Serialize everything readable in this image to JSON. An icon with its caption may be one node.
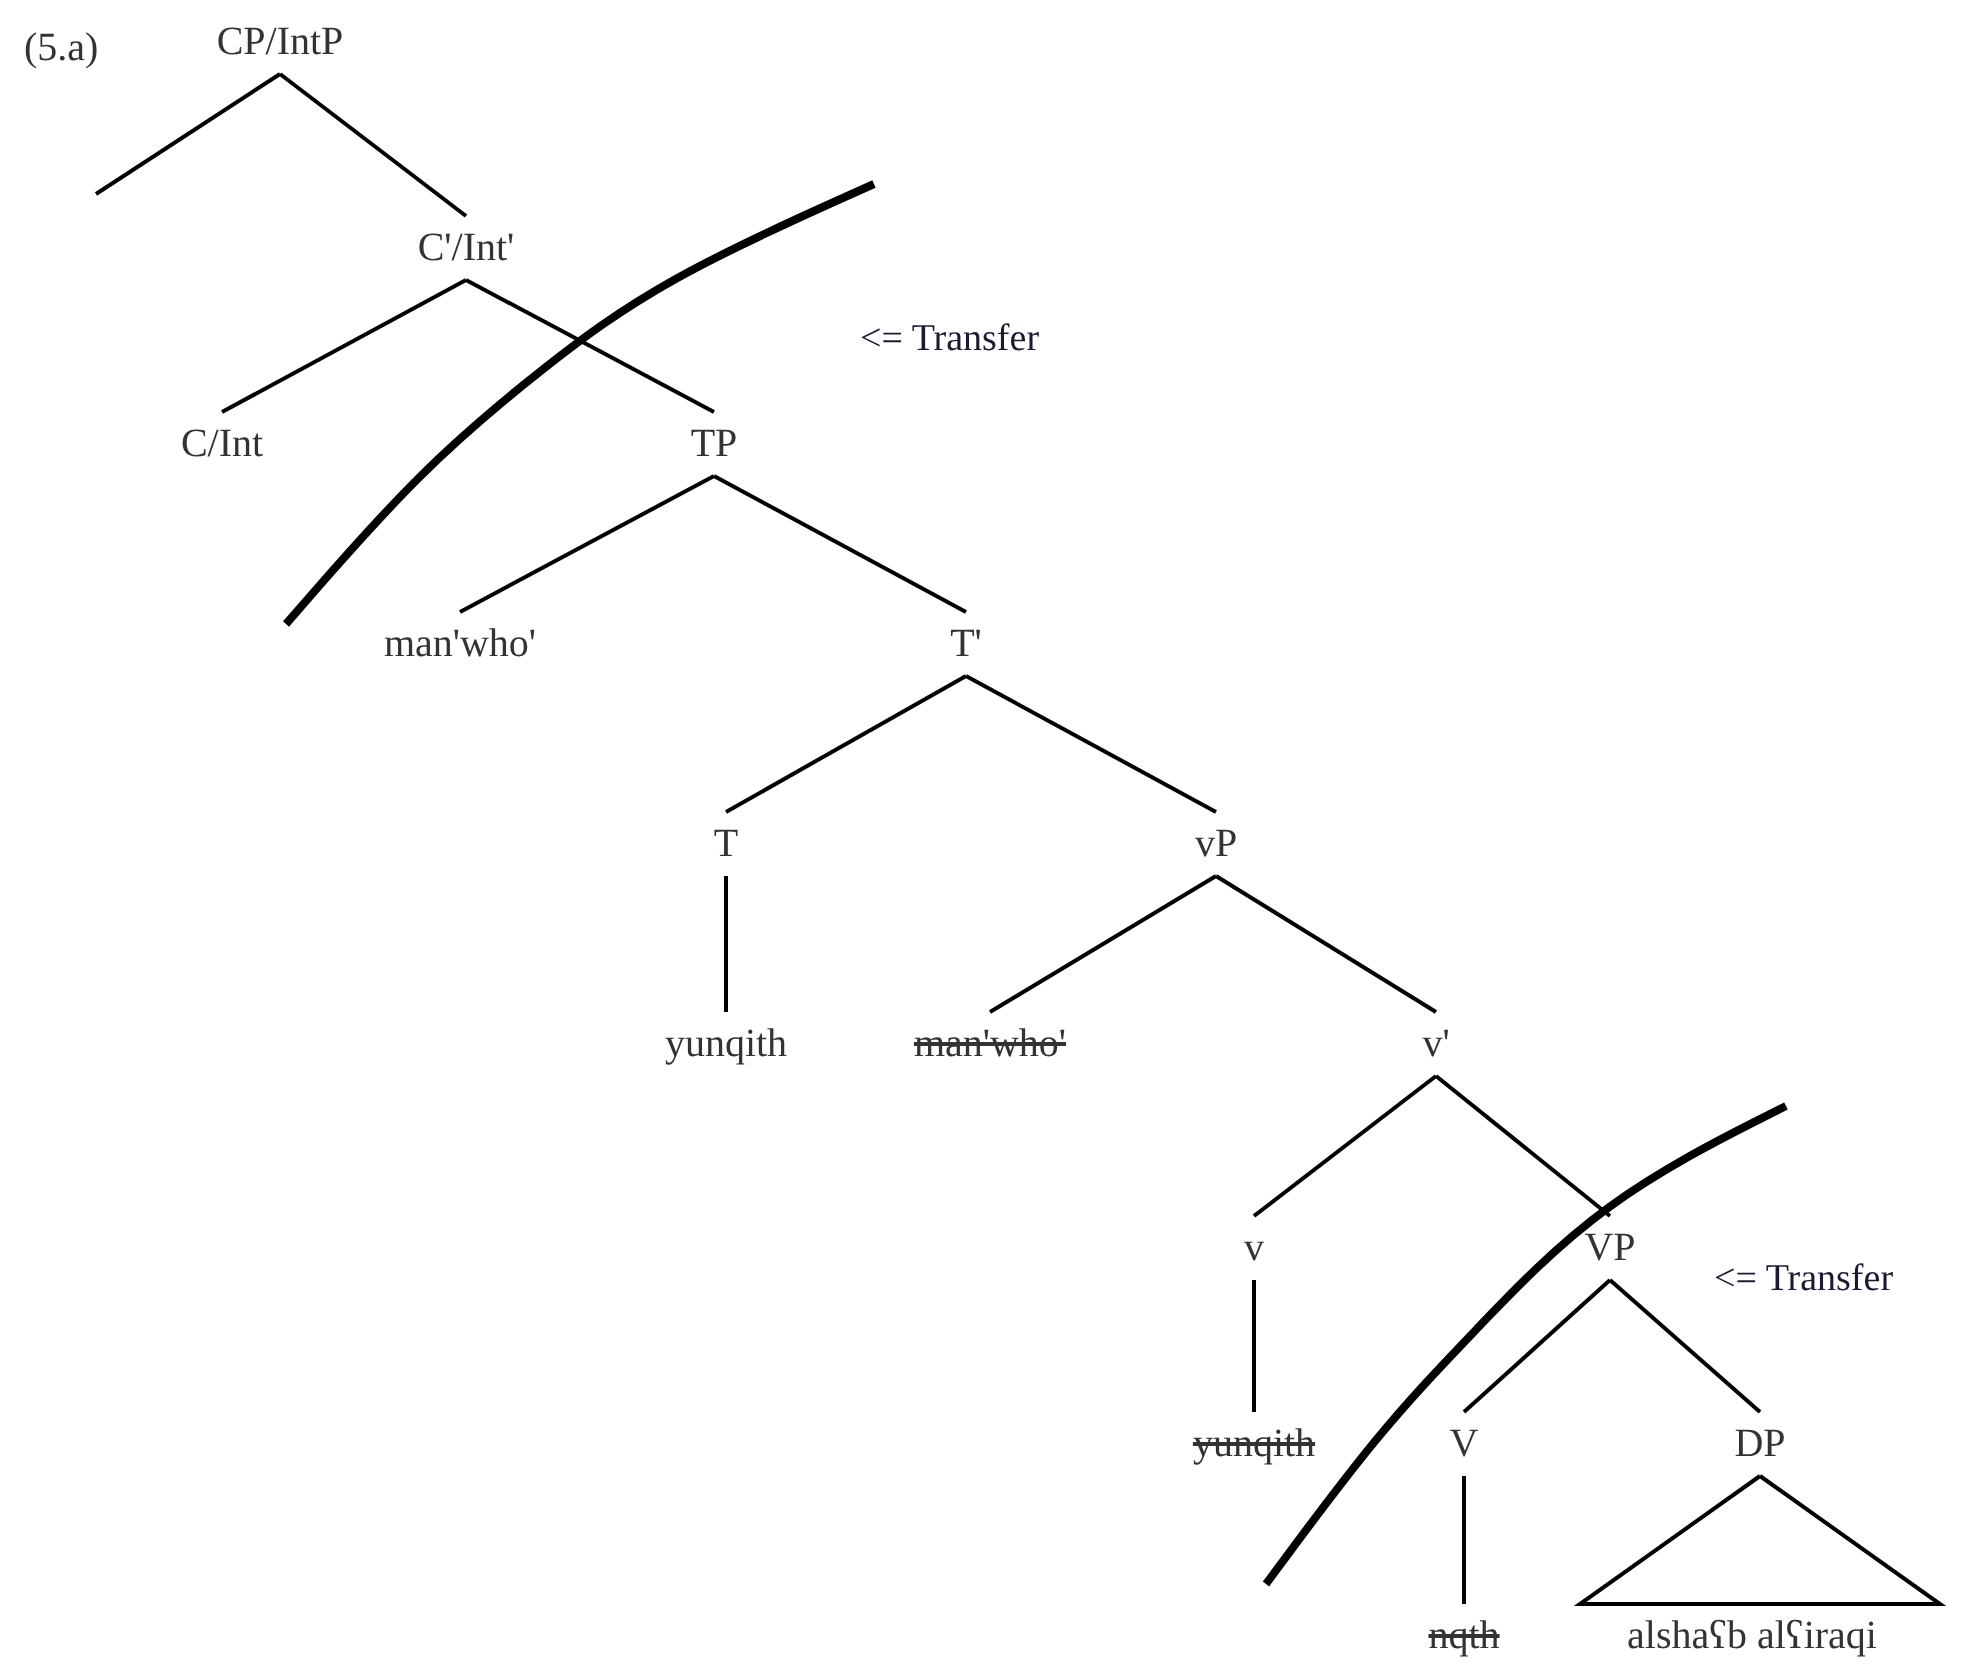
{
  "diagram": {
    "nodes": [
      {
        "text": [
          "CP/IntP"
        ]
      },
      {
        "text": [
          "C'/Int'"
        ]
      },
      {
        "text": [
          "C/Int"
        ]
      },
      {
        "text": [
          "TP"
        ]
      },
      {
        "text": [
          "man'who'"
        ]
      },
      {
        "text": [
          "T'"
        ]
      },
      {
        "text": [
          "T"
        ]
      },
      {
        "text": [
          "vP"
        ]
      },
      {
        "text": [
          "yunqith"
        ]
      },
      {
        "text": [
          "man'who'"
        ]
      },
      {
        "text": [
          "v'"
        ]
      },
      {
        "text": [
          "v"
        ]
      },
      {
        "text": [
          "VP"
        ]
      },
      {
        "text": [
          "yunqith"
        ]
      },
      {
        "text": [
          "V"
        ]
      },
      {
        "text": [
          "DP"
        ]
      },
      {
        "text": [
          "nqth"
        ]
      },
      {
        "text": [
          "alshaʕb alʕiraqi"
        ]
      }
    ],
    "edges": [
      {
        "from": 0,
        "to": null,
        "arrow": "none"
      },
      {
        "from": 0,
        "to": 1,
        "arrow": "none"
      },
      {
        "from": 1,
        "to": 2,
        "arrow": "none"
      },
      {
        "from": 1,
        "to": 3,
        "arrow": "none"
      },
      {
        "from": 3,
        "to": 4,
        "arrow": "none"
      },
      {
        "from": 3,
        "to": 5,
        "arrow": "none"
      },
      {
        "from": 5,
        "to": 6,
        "arrow": "none"
      },
      {
        "from": 5,
        "to": 7,
        "arrow": "none"
      },
      {
        "from": 6,
        "to": 8,
        "arrow": "none"
      },
      {
        "from": 7,
        "to": 9,
        "arrow": "none"
      },
      {
        "from": 7,
        "to": 10,
        "arrow": "none"
      },
      {
        "from": 10,
        "to": 11,
        "arrow": "none"
      },
      {
        "from": 10,
        "to": 12,
        "arrow": "none"
      },
      {
        "from": 11,
        "to": 13,
        "arrow": "none"
      },
      {
        "from": 12,
        "to": 14,
        "arrow": "none"
      },
      {
        "from": 12,
        "to": 15,
        "arrow": "none"
      },
      {
        "from": 14,
        "to": 16,
        "arrow": "none"
      },
      {
        "from": 15,
        "to": 17,
        "arrow": "none"
      }
    ],
    "labels": [
      "(5.a)",
      "<= Transfer",
      "<= Transfer"
    ]
  }
}
